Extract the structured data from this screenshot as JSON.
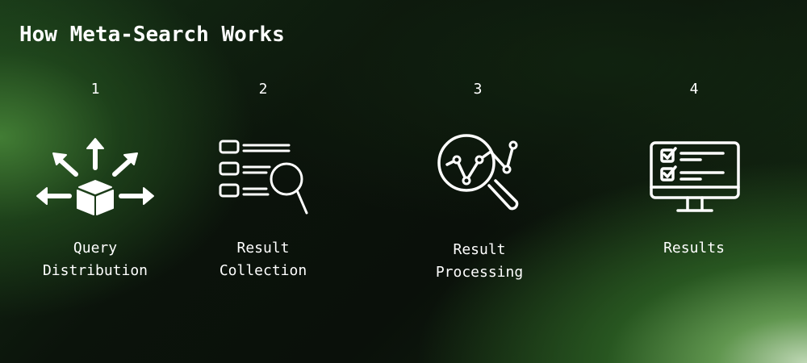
{
  "title": "How Meta-Search Works",
  "steps": [
    {
      "number": "1",
      "label": "Query\nDistribution",
      "icon": "query-distribution-icon"
    },
    {
      "number": "2",
      "label": "Result\nCollection",
      "icon": "result-collection-icon"
    },
    {
      "number": "3",
      "label": "Result\nProcessing",
      "icon": "result-processing-icon"
    },
    {
      "number": "4",
      "label": "Results",
      "icon": "results-monitor-icon"
    }
  ],
  "colors": {
    "foreground": "#ffffff",
    "accent_green": "#4a8c3a"
  }
}
